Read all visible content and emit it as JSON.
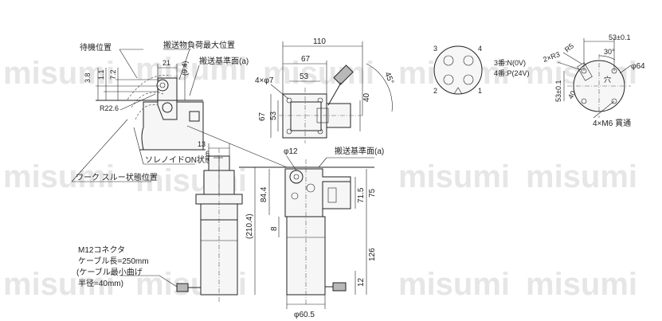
{
  "watermark": "misumi",
  "labels": {
    "standby": "待機位置",
    "max_load": "搬送物負荷最大位置",
    "ref_face_top": "搬送基準面(a)",
    "ref_face_mid": "搬送基準面(a)",
    "solenoid_on": "ソレノイドON状態位置",
    "work_through": "ワーク スルー状態位置",
    "m12_title": "M12コネクタ",
    "cable_length": "ケーブル長=250mm",
    "min_bend": "(ケーブル最小曲げ",
    "bend_radius": "半径=40mm)",
    "pin3": "3番:N(0V)",
    "pin4": "4番:P(24V)",
    "hole_mark": "穴"
  },
  "dims": {
    "d38": "3.8",
    "d11": "1.1",
    "d72": "7.2",
    "d21": "21",
    "d94": "(9.4)",
    "r226": "R22.6",
    "d110": "110",
    "d67h": "67",
    "d53h": "53",
    "phi7": "4×φ7",
    "d67v": "67",
    "d53v": "53",
    "d40": "40",
    "ang45": "45°",
    "d13": "13",
    "d6": "6",
    "phi12": "φ12",
    "d844": "84.4",
    "d2104": "(210.4)",
    "d8": "8",
    "d715": "71.5",
    "d75": "75",
    "d126": "126",
    "d12": "12",
    "phi605": "φ60.5",
    "r5": "R5",
    "r3": "2×R3",
    "d53tol": "53±0.1",
    "d53tolv": "53±0.1",
    "ang30": "30°",
    "d40c": "40",
    "phi64": "φ64",
    "m6": "4×M6 貫通"
  },
  "pins": {
    "p1": "1",
    "p2": "2",
    "p3": "3",
    "p4": "4"
  }
}
